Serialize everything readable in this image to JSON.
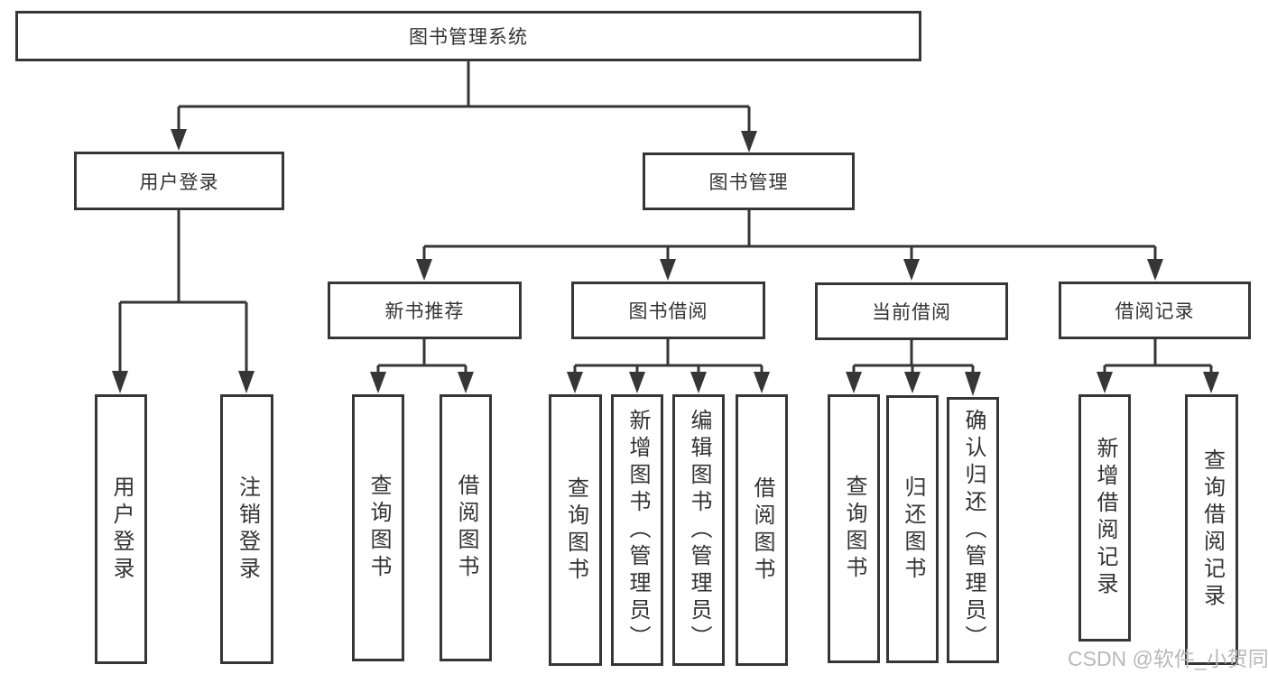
{
  "tree": {
    "root": "图书管理系统",
    "children": [
      {
        "label": "用户登录",
        "children": [
          "用户登录",
          "注销登录"
        ]
      },
      {
        "label": "图书管理",
        "children": [
          {
            "label": "新书推荐",
            "children": [
              "查询图书",
              "借阅图书"
            ]
          },
          {
            "label": "图书借阅",
            "children": [
              "查询图书",
              "新增图书（管理员）",
              "编辑图书（管理员）",
              "借阅图书"
            ]
          },
          {
            "label": "当前借阅",
            "children": [
              "查询图书",
              "归还图书",
              "确认归还（管理员）"
            ]
          },
          {
            "label": "借阅记录",
            "children": [
              "新增借阅记录",
              "查询借阅记录"
            ]
          }
        ]
      }
    ]
  },
  "watermark": {
    "text": "CSDN @软件_小贺同学"
  },
  "colors": {
    "line": "#363636",
    "box_border": "#363636",
    "text": "#333333",
    "background": "#ffffff",
    "watermark": "#b9b9b9"
  }
}
